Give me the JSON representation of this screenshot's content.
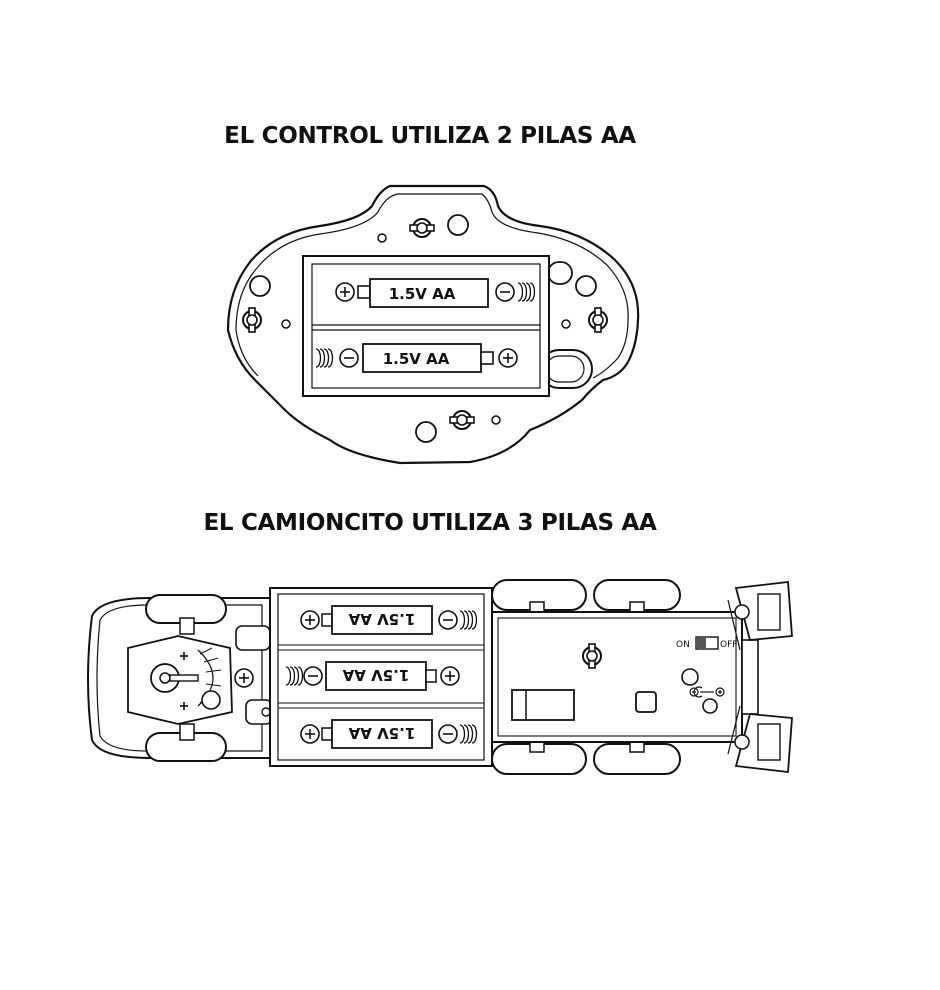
{
  "headings": {
    "control": "EL CONTROL UTILIZA 2 PILAS AA",
    "truck": "EL CAMIONCITO UTILIZA 3 PILAS AA"
  },
  "battery_label": "1.5V AA",
  "switch": {
    "on": "ON",
    "off": "OFF"
  },
  "icons": [
    "plus-terminal-icon",
    "minus-terminal-icon",
    "spring-contact-icon",
    "screw-icon",
    "dc-polarity-icon"
  ]
}
